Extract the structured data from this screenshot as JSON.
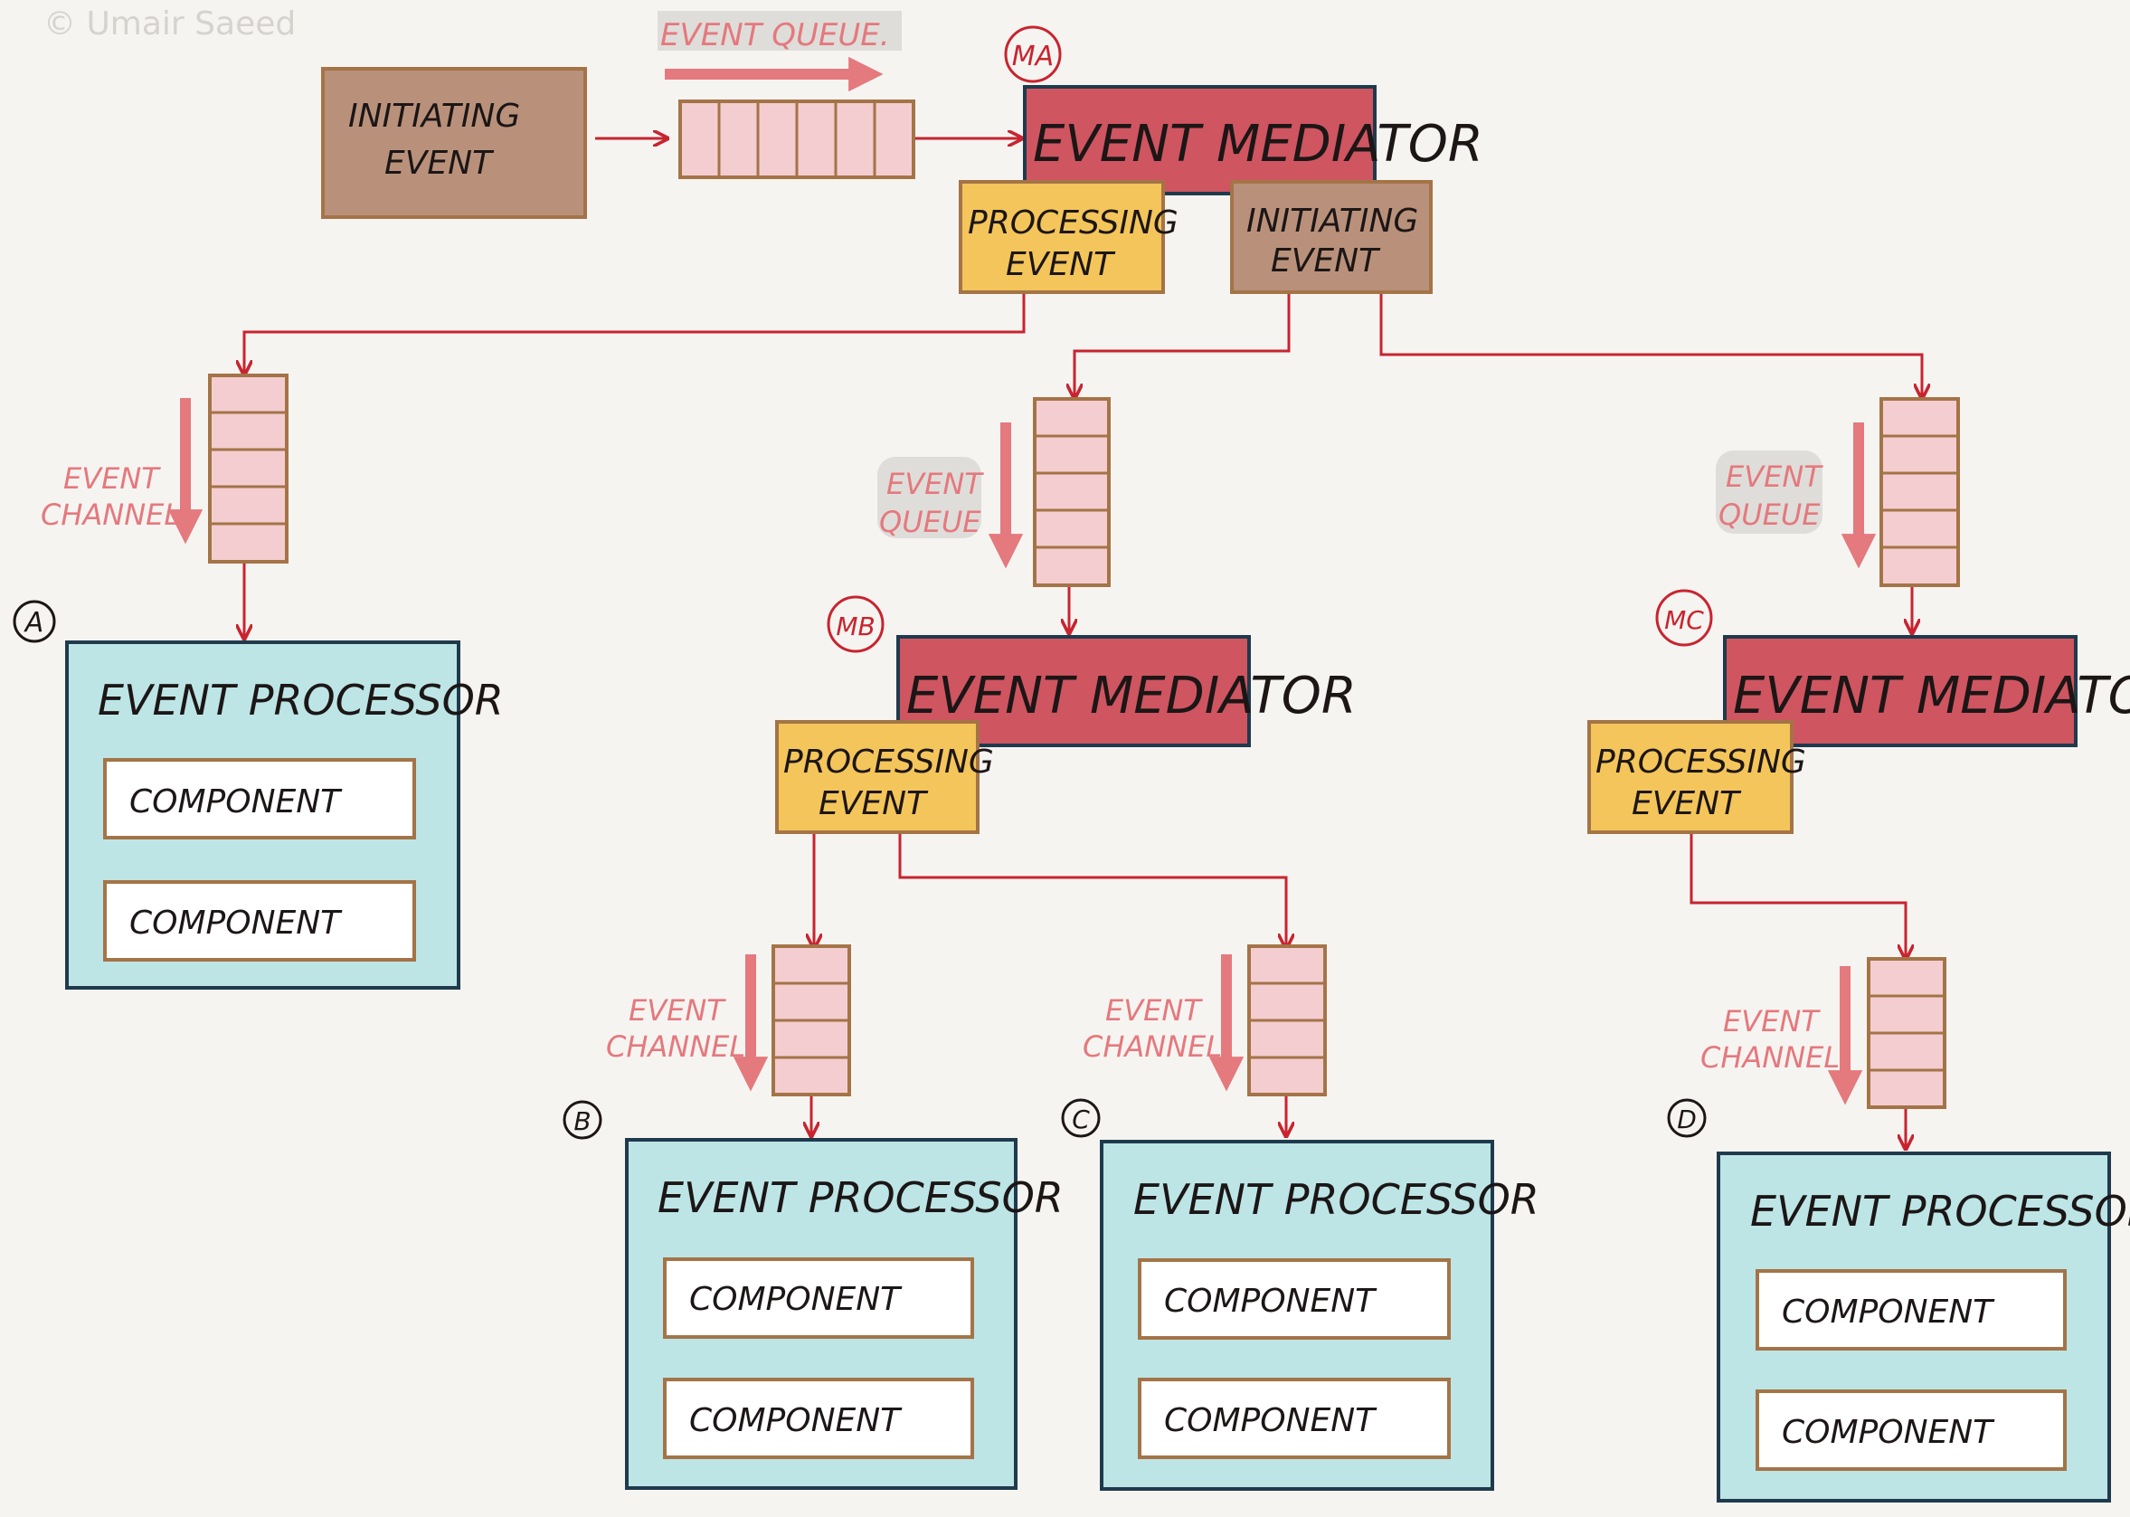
{
  "watermark": "© Umair Saeed",
  "top": {
    "initiating_event": [
      "Initiating",
      "Event"
    ],
    "event_queue_label": "Event Queue.",
    "mediator_tag": "MA",
    "mediator_label": "Event Mediator",
    "processing_event": [
      "Processing",
      "Event"
    ],
    "initiating_event_out": [
      "Initiating",
      "Event"
    ]
  },
  "branches": {
    "a": {
      "letter": "A",
      "channel_label": [
        "Event",
        "Channel"
      ],
      "processor_title": "Event Processor",
      "components": [
        "Component",
        "Component"
      ]
    },
    "mb": {
      "mediator_tag": "MB",
      "queue_label": [
        "Event",
        "Queue"
      ],
      "mediator_label": "Event Mediator",
      "processing_event": [
        "Processing",
        "Event"
      ]
    },
    "mc": {
      "mediator_tag": "MC",
      "queue_label": [
        "Event",
        "Queue"
      ],
      "mediator_label": "Event Mediator",
      "processing_event": [
        "Processing",
        "Event"
      ]
    },
    "b": {
      "letter": "B",
      "channel_label": [
        "Event",
        "Channel"
      ],
      "processor_title": "Event Processor",
      "components": [
        "Component",
        "Component"
      ]
    },
    "c": {
      "letter": "C",
      "channel_label": [
        "Event",
        "Channel"
      ],
      "processor_title": "Event Processor",
      "components": [
        "Component",
        "Component"
      ]
    },
    "d": {
      "letter": "D",
      "channel_label": [
        "Event",
        "Channel"
      ],
      "processor_title": "Event Processor",
      "components": [
        "Component",
        "Component"
      ]
    }
  },
  "colors": {
    "background": "#f6f4f1",
    "arrow": "#c8242f",
    "mediator_fill": "#cf5561",
    "processing_fill": "#f4c55a",
    "initiating_fill": "#b9917b",
    "processor_fill": "#bde5e6",
    "box_stroke": "#a47447",
    "queue_fill": "#f3cdd0",
    "label_pink": "#e4797e"
  }
}
